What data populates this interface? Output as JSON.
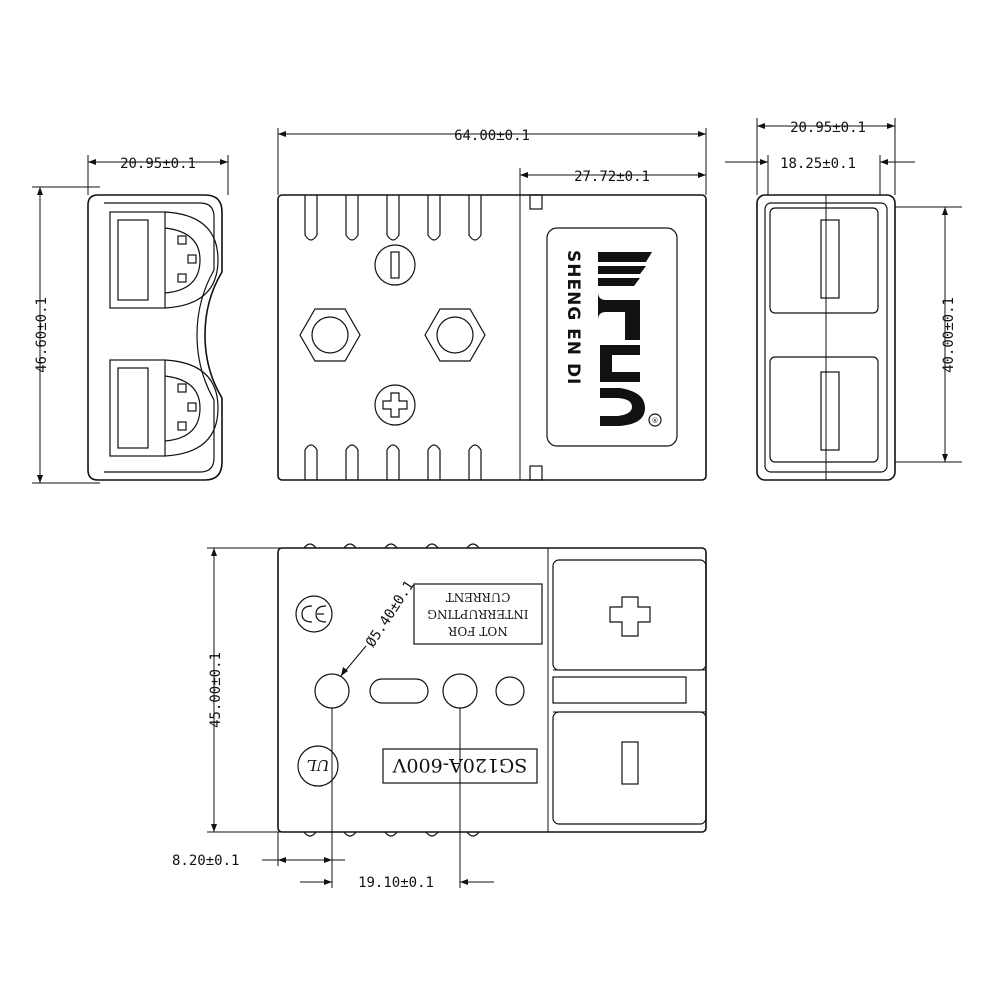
{
  "front_view": {
    "width_dim": "20.95±0.1",
    "height_dim": "46.60±0.1"
  },
  "top_view": {
    "length_dim": "64.00±0.1",
    "housing_dim": "27.72±0.1",
    "brand_text": "SHENG EN DI",
    "logo_mark": "ESD",
    "reg_mark": "®"
  },
  "side_view": {
    "width_dim": "20.95±0.1",
    "inner_dim": "18.25±0.1",
    "height_dim": "40.00±0.1"
  },
  "bottom_view": {
    "height_dim": "45.00±0.1",
    "hole_dim": "Ø5.40±0.1",
    "offset_dim": "8.20±0.1",
    "spacing_dim": "19.10±0.1",
    "warning_lines": [
      "NOT FOR",
      "INTERRUPTING",
      "CURRENT"
    ],
    "model_label": "SG120A-600V",
    "ce_mark": "CE",
    "ul_mark": "UL",
    "plus_symbol": "+",
    "minus_symbol": "−"
  }
}
